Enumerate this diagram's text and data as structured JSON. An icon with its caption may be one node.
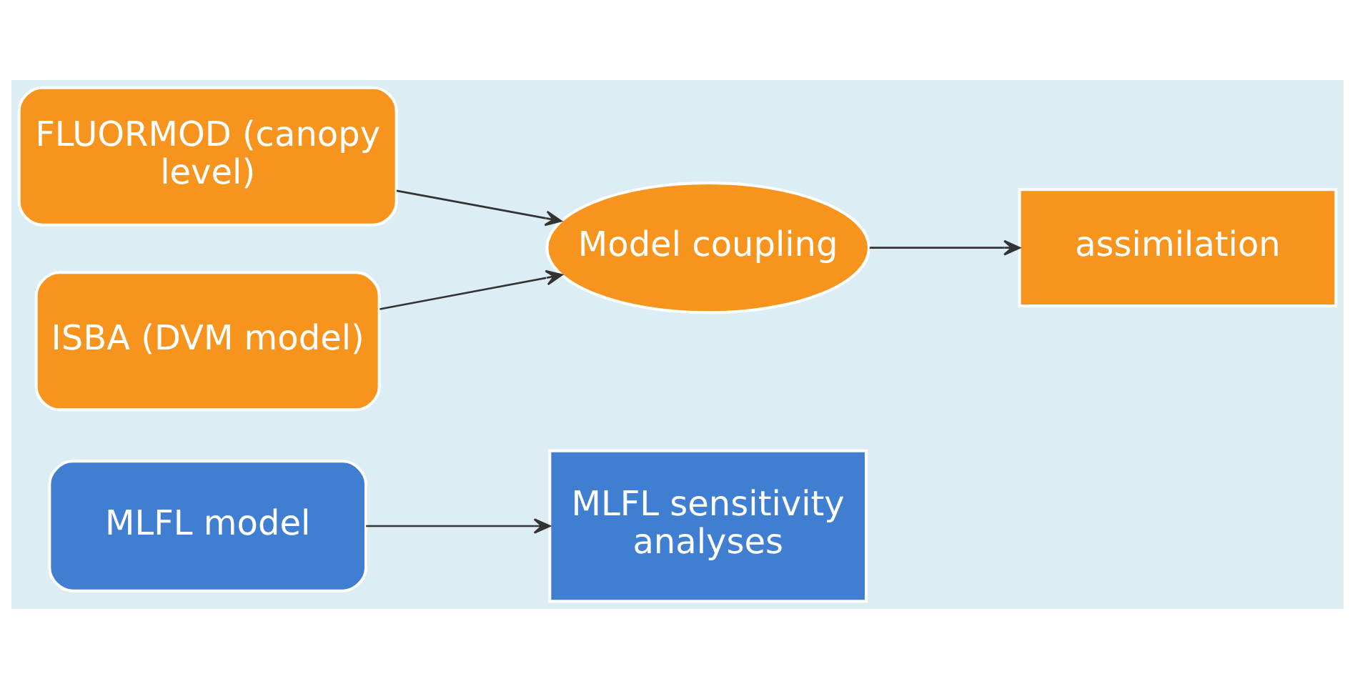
{
  "diagram": {
    "nodes": [
      {
        "text": [
          "MLFL model"
        ]
      },
      {
        "text": [
          "MLFL sensitivity analyses"
        ]
      },
      {
        "text": [
          "FLUORMOD (canopy level)"
        ]
      },
      {
        "text": [
          "ISBA (DVM model)"
        ]
      },
      {
        "text": [
          "Model coupling"
        ]
      },
      {
        "text": [
          "assimilation"
        ]
      }
    ],
    "edges": [
      {
        "from": 0,
        "to": 1,
        "arrow": "to"
      },
      {
        "from": 2,
        "to": 4,
        "arrow": "to"
      },
      {
        "from": 3,
        "to": 4,
        "arrow": "to"
      },
      {
        "from": 4,
        "to": 5,
        "arrow": "to"
      }
    ]
  }
}
